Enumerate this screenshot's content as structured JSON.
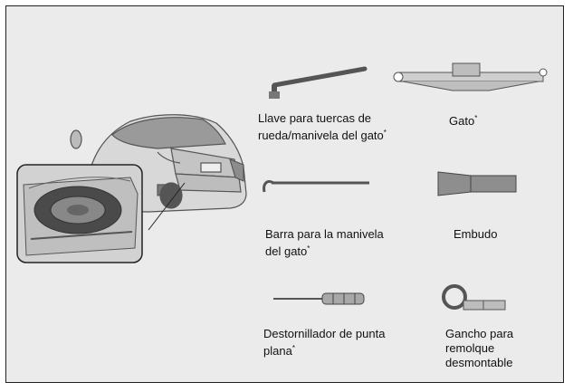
{
  "tools": {
    "lug_wrench": {
      "line1": "Llave para tuercas de",
      "line2": "rueda/manivela del gato",
      "mark": "*"
    },
    "jack": {
      "line1": "Gato",
      "mark": "*"
    },
    "jack_bar": {
      "line1": "Barra para la manivela",
      "line2": "del gato",
      "mark": "*"
    },
    "funnel": {
      "line1": "Embudo"
    },
    "screwdriver": {
      "line1": "Destornillador de punta",
      "line2": "plana",
      "mark": "*"
    },
    "tow_hook": {
      "line1": "Gancho para",
      "line2": "remolque",
      "line3": "desmontable"
    }
  }
}
